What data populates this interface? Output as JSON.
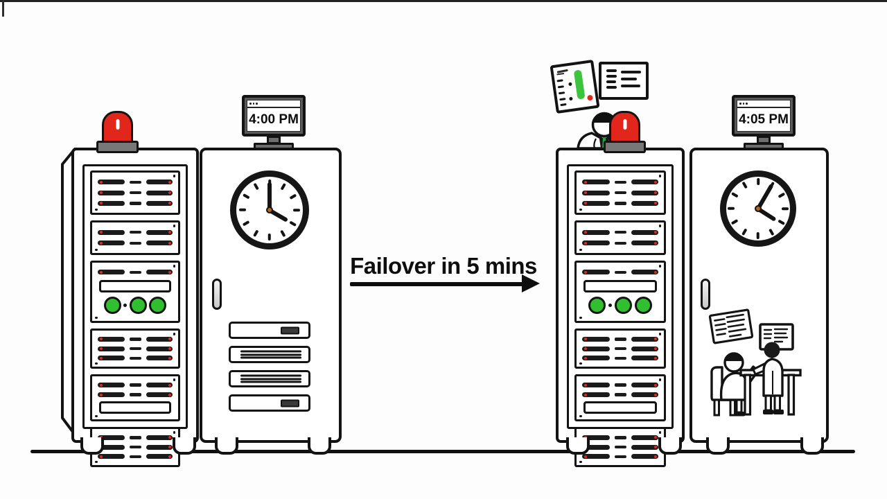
{
  "scene": {
    "caption": "Failover in 5 mins",
    "left_monitor": {
      "time": "4:00 PM"
    },
    "right_monitor": {
      "time": "4:05 PM"
    },
    "left_clock": {
      "time": "4:00"
    },
    "right_clock": {
      "time": "4:05"
    },
    "rack_units": [
      {
        "kind": "bars",
        "rows": 3
      },
      {
        "kind": "bars",
        "rows": 2
      },
      {
        "kind": "panel_leds",
        "leds": 3
      },
      {
        "kind": "bars",
        "rows": 3
      },
      {
        "kind": "bars_slot",
        "rows": 2
      },
      {
        "kind": "bars",
        "rows": 3
      }
    ],
    "cabinet_trays": [
      "chip",
      "lines",
      "lines",
      "chip"
    ],
    "colors": {
      "outline": "#131313",
      "alarm_red": "#e3261b",
      "led_green": "#2fbf2f",
      "status_bar_green": "#3cc43c",
      "status_dot_red": "#e02a1e",
      "metal_gray": "#787878",
      "lanyard_green": "#2f9e44"
    }
  }
}
